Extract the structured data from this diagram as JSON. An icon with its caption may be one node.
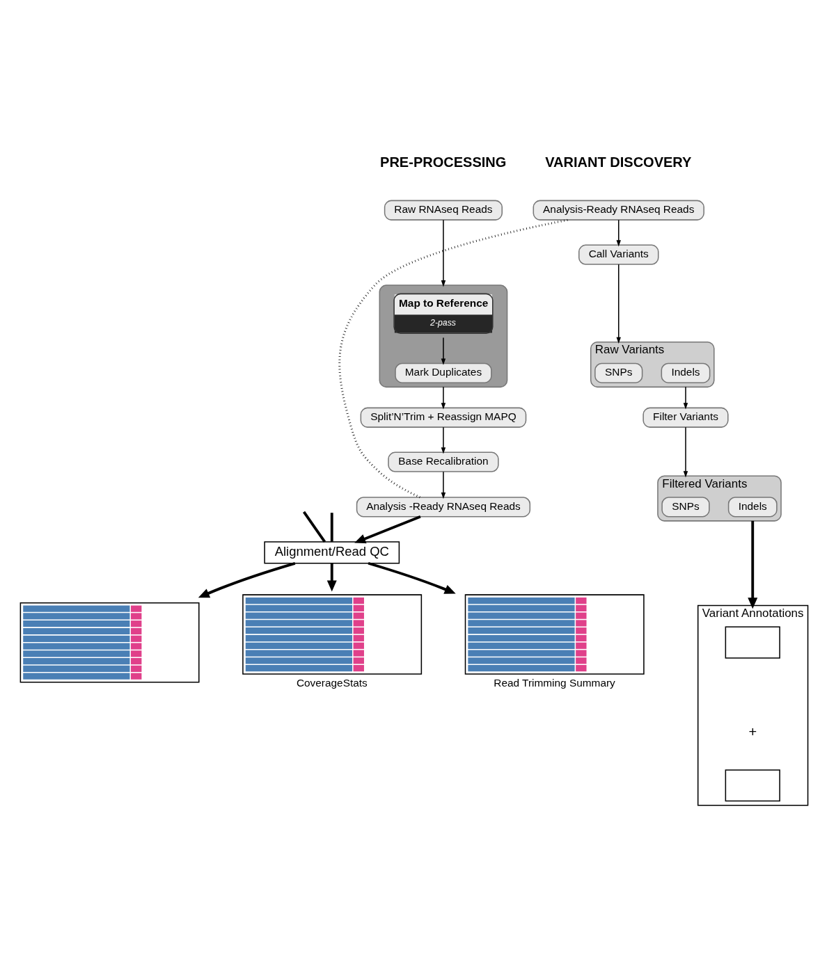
{
  "diagram": {
    "nodes": [
      {
        "text": [
          "Raw RNAseq Reads"
        ]
      },
      {
        "text": [],
        "shape": "box"
      },
      {
        "text": [
          "Map to Reference",
          "2-pass"
        ],
        "in": 1
      },
      {
        "text": [
          "Mark Duplicates"
        ],
        "in": 1
      },
      {
        "text": [
          "Split’N’Trim + Reassign MAPQ"
        ]
      },
      {
        "text": [
          "Base Recalibration"
        ]
      },
      {
        "text": [
          "Analysis -Ready RNAseq Reads"
        ]
      },
      {
        "text": [
          "Analysis-Ready RNAseq Reads"
        ]
      },
      {
        "text": [
          "Call Variants"
        ]
      },
      {
        "text": [
          "Raw Variants"
        ]
      },
      {
        "text": [
          "SNPs"
        ],
        "in": 9
      },
      {
        "text": [
          "Indels"
        ],
        "in": 9
      },
      {
        "text": [
          "Filter Variants"
        ]
      },
      {
        "text": [
          "Filtered Variants"
        ]
      },
      {
        "text": [
          "SNPs"
        ],
        "in": 13
      },
      {
        "text": [
          "Indels"
        ],
        "in": 13
      },
      {
        "text": [
          "Alignment/Read QC"
        ]
      },
      {
        "text": [],
        "shape": "picture"
      },
      {
        "text": [],
        "shape": "picture",
        "beside": [
          "CoverageStats"
        ]
      },
      {
        "text": [],
        "shape": "picture",
        "beside": [
          "Read Trimming Summary"
        ]
      },
      {
        "text": [
          "Variant Annotations"
        ]
      },
      {
        "text": [],
        "shape": "box",
        "in": 20
      },
      {
        "text": [],
        "shape": "box",
        "in": 20
      }
    ],
    "edges": [
      {
        "from": 0,
        "to": 1,
        "arrow": "to"
      },
      {
        "from": 2,
        "to": 3,
        "arrow": "to"
      },
      {
        "from": 1,
        "to": 4,
        "arrow": "to"
      },
      {
        "from": 4,
        "to": 5,
        "arrow": "to"
      },
      {
        "from": 5,
        "to": 6,
        "arrow": "to"
      },
      {
        "from": 6,
        "to": 7,
        "arrow": "none",
        "style": "dashed"
      },
      {
        "from": 7,
        "to": 8,
        "arrow": "to"
      },
      {
        "from": 8,
        "to": 9,
        "arrow": "to"
      },
      {
        "from": 9,
        "to": 12,
        "arrow": "to"
      },
      {
        "from": 12,
        "to": 13,
        "arrow": "to"
      },
      {
        "from": 13,
        "to": 20,
        "arrow": "to",
        "style": "thick"
      },
      {
        "from": 6,
        "to": 16,
        "arrow": "to",
        "style": "thick"
      },
      {
        "from": null,
        "to": 16,
        "arrow": "none",
        "style": "thick"
      },
      {
        "from": null,
        "to": 16,
        "arrow": "none",
        "style": "thick"
      },
      {
        "from": 16,
        "to": 17,
        "arrow": "to",
        "style": "thick"
      },
      {
        "from": 16,
        "to": 18,
        "arrow": "to",
        "style": "thick"
      },
      {
        "from": 16,
        "to": 19,
        "arrow": "to",
        "style": "thick"
      }
    ],
    "labels": [
      "PRE-PROCESSING",
      "VARIANT DISCOVERY",
      "+"
    ]
  }
}
